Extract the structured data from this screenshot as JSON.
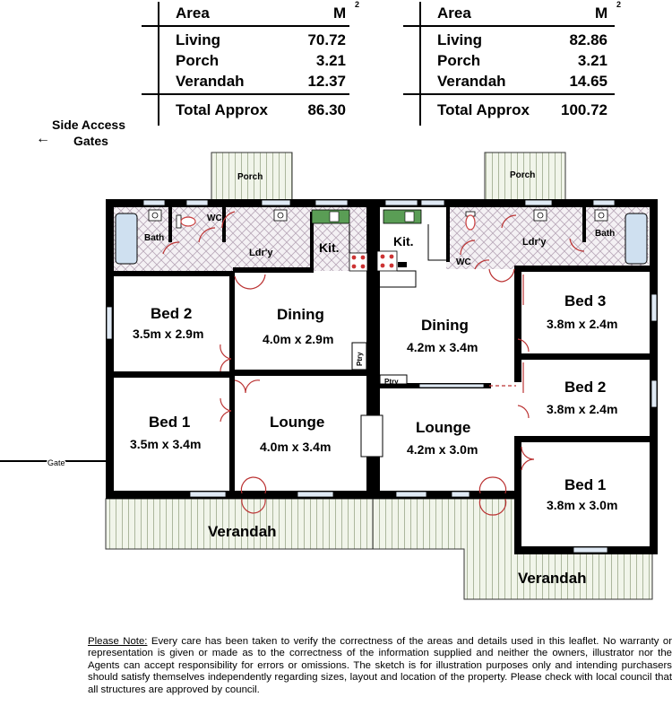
{
  "tables": [
    {
      "header_area": "Area",
      "header_unit": "M",
      "header_unit_sup": "2",
      "rows": [
        {
          "label": "Living",
          "value": "70.72"
        },
        {
          "label": "Porch",
          "value": "3.21"
        },
        {
          "label": "Verandah",
          "value": "12.37"
        }
      ],
      "total_label": "Total Approx",
      "total_value": "86.30"
    },
    {
      "header_area": "Area",
      "header_unit": "M",
      "header_unit_sup": "2",
      "rows": [
        {
          "label": "Living",
          "value": "82.86"
        },
        {
          "label": "Porch",
          "value": "3.21"
        },
        {
          "label": "Verandah",
          "value": "14.65"
        }
      ],
      "total_label": "Total Approx",
      "total_value": "100.72"
    }
  ],
  "side_access": {
    "line1": "Side Access",
    "line2": "Gates",
    "arrow": "←"
  },
  "gate_label": "Gate",
  "left_unit": {
    "porch": "Porch",
    "bath": "Bath",
    "wc": "WC",
    "laundry": "Ldr'y",
    "kitchen": "Kit.",
    "bed2": {
      "name": "Bed 2",
      "size": "3.5m x 2.9m"
    },
    "dining": {
      "name": "Dining",
      "size": "4.0m x 2.9m"
    },
    "pantry": "Ptry",
    "bed1": {
      "name": "Bed 1",
      "size": "3.5m x 3.4m"
    },
    "lounge": {
      "name": "Lounge",
      "size": "4.0m x 3.4m"
    },
    "verandah": "Verandah"
  },
  "right_unit": {
    "porch": "Porch",
    "kitchen": "Kit.",
    "wc": "WC",
    "laundry": "Ldr'y",
    "bath": "Bath",
    "dining": {
      "name": "Dining",
      "size": "4.2m x 3.4m"
    },
    "pantry": "Ptry",
    "bed3": {
      "name": "Bed 3",
      "size": "3.8m x 2.4m"
    },
    "bed2": {
      "name": "Bed 2",
      "size": "3.8m x 2.4m"
    },
    "lounge": {
      "name": "Lounge",
      "size": "4.2m x 3.0m"
    },
    "bed1": {
      "name": "Bed 1",
      "size": "3.8m x 3.0m"
    },
    "verandah": "Verandah"
  },
  "note": {
    "heading": "Please Note:",
    "text": "Every care has been taken to verify the correctness of the areas and details used in this leaflet. No warranty or representation is given or made as to the correctness of the information supplied and neither the owners, illustrator nor the Agents can accept responsibility for errors or omissions. The sketch is for illustration purposes only and intending purchasers should satisfy themselves independently regarding sizes, layout and location of the property. Please check with local council that all structures are approved by council."
  }
}
